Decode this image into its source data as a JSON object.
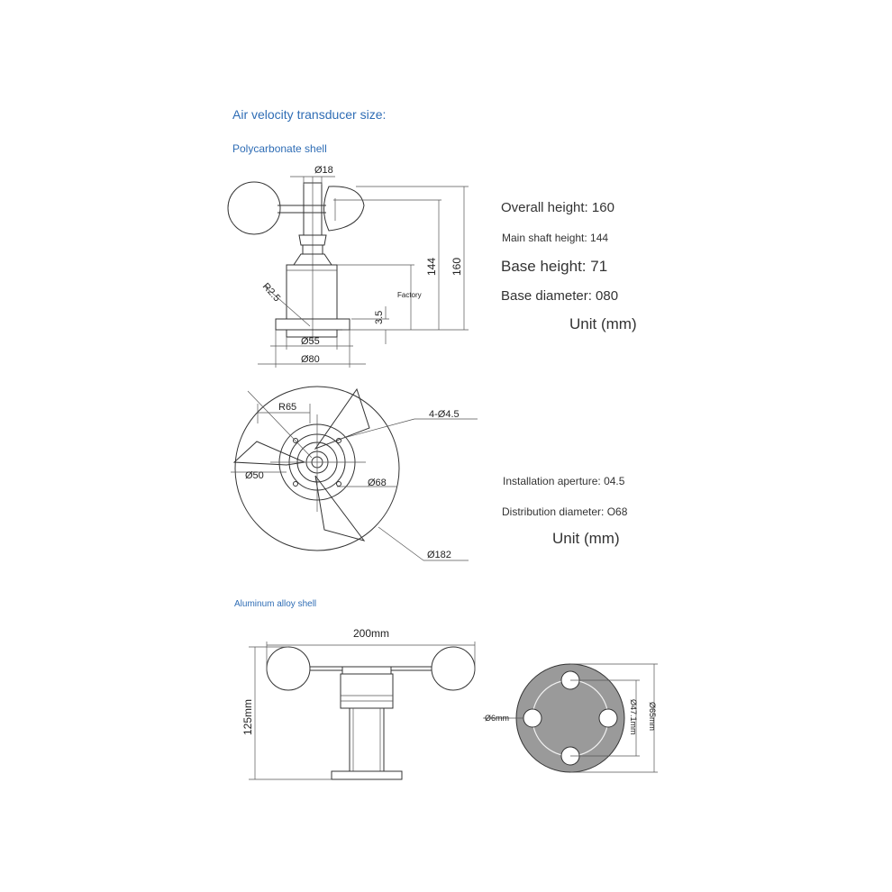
{
  "header": {
    "title": "Air velocity transducer size:",
    "poly_label": "Polycarbonate shell",
    "alu_label": "Aluminum alloy shell"
  },
  "specs_top": {
    "overall_height": "Overall height: 160",
    "shaft_height": "Main shaft height: 144",
    "base_height": "Base height: 71",
    "base_diameter": "Base diameter: 080",
    "unit": "Unit (mm)"
  },
  "specs_mid": {
    "aperture": "Installation aperture: 04.5",
    "distribution": "Distribution diameter: O68",
    "unit": "Unit (mm)"
  },
  "side_view": {
    "d18": "Ø18",
    "h144": "144",
    "h160": "160",
    "r25": "R2.5",
    "factory": "Factory",
    "h35": "3.5",
    "d55": "Ø55",
    "d80": "Ø80"
  },
  "top_view": {
    "r65": "R65",
    "holes": "4-Ø4.5",
    "d50": "Ø50",
    "d68": "Ø68",
    "d182": "Ø182"
  },
  "alu_view": {
    "width": "200mm",
    "height": "125mm",
    "d6": "Ø6mm",
    "d47": "Ø47.1mm",
    "d65": "Ø65mm"
  },
  "colors": {
    "accent": "#2f6db5",
    "flange_fill": "#9a9a9a"
  }
}
